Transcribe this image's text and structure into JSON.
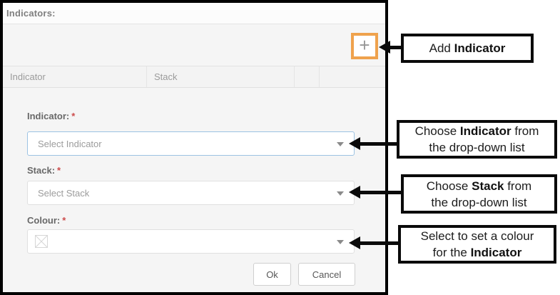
{
  "panel": {
    "title": "Indicators:",
    "toolbar": {
      "add_button_glyph": "+"
    },
    "grid": {
      "columns": [
        "Indicator",
        "Stack",
        "",
        ""
      ]
    },
    "form": {
      "indicator": {
        "label": "Indicator:",
        "required_mark": "*",
        "placeholder": "Select Indicator"
      },
      "stack": {
        "label": "Stack:",
        "required_mark": "*",
        "placeholder": "Select Stack"
      },
      "colour": {
        "label": "Colour:",
        "required_mark": "*"
      }
    },
    "footer": {
      "ok_label": "Ok",
      "cancel_label": "Cancel"
    }
  },
  "annotations": {
    "add_indicator": {
      "pre": "Add ",
      "bold": "Indicator"
    },
    "choose_indicator": {
      "pre": "Choose ",
      "bold": "Indicator",
      "post": " from",
      "line2": "the drop-down list"
    },
    "choose_stack": {
      "pre": "Choose ",
      "bold": "Stack",
      "post": " from",
      "line2": "the drop-down list"
    },
    "select_colour": {
      "line1": "Select to set a colour",
      "line2_pre": "for the ",
      "line2_bold": "Indicator"
    }
  },
  "colors": {
    "highlight_orange": "#efa24d",
    "annotation_black": "#0a0a0a",
    "required_red": "#cc4b4b",
    "focused_border_blue": "#9cc3e3"
  }
}
